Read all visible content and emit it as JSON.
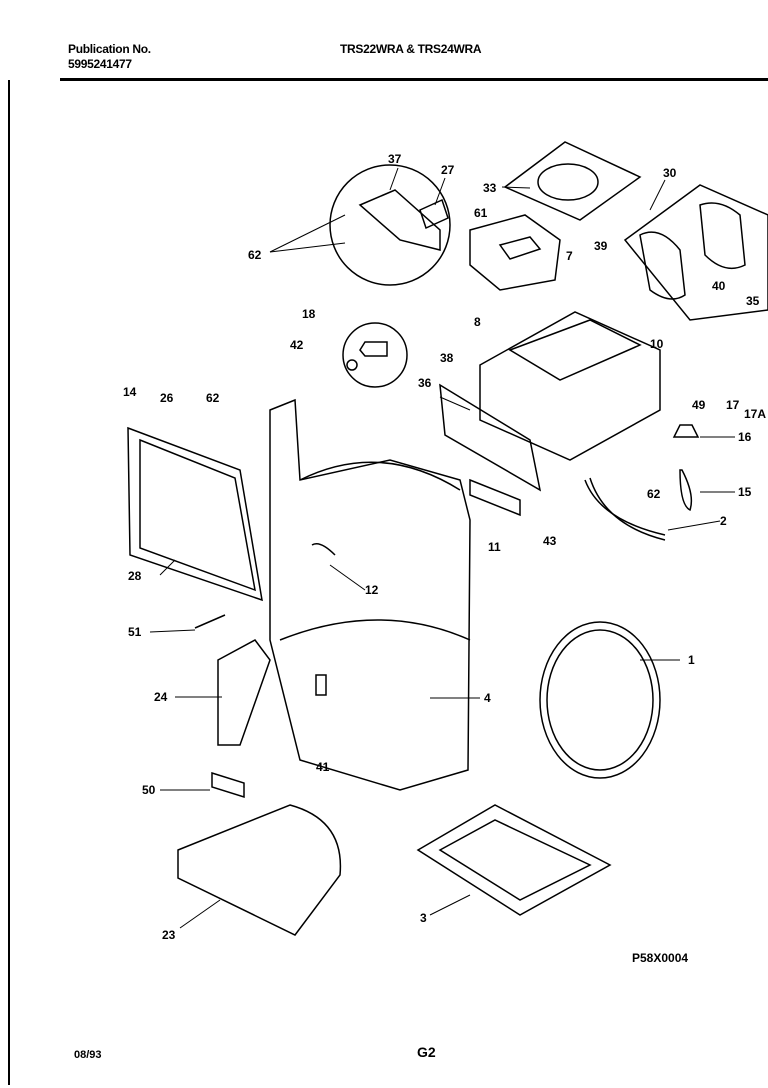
{
  "header": {
    "publication_label": "Publication No.",
    "publication_number": "5995241477",
    "models": "TRS22WRA & TRS24WRA"
  },
  "footer": {
    "date": "08/93",
    "page": "G2",
    "drawing_code": "P58X0004"
  },
  "callouts": [
    "37",
    "27",
    "33",
    "30",
    "62",
    "61",
    "7",
    "39",
    "40",
    "35",
    "18",
    "8",
    "42",
    "10",
    "38",
    "36",
    "14",
    "26",
    "62",
    "49",
    "17",
    "17A",
    "16",
    "62",
    "15",
    "2",
    "43",
    "11",
    "28",
    "12",
    "51",
    "1",
    "24",
    "4",
    "41",
    "50",
    "23",
    "3"
  ]
}
